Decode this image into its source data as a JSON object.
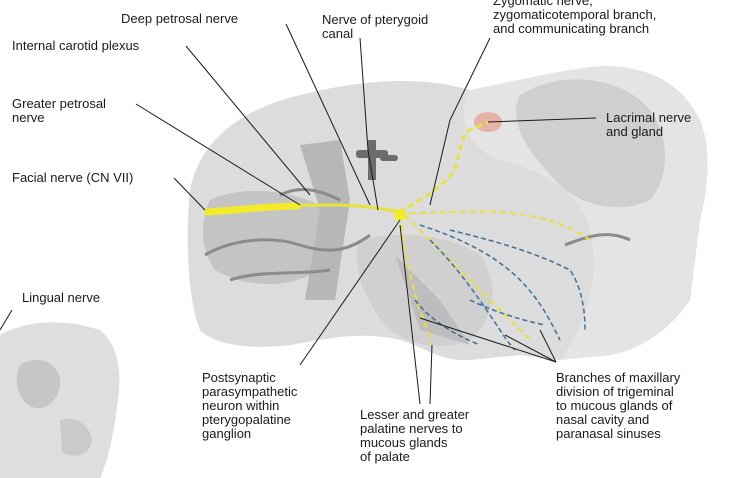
{
  "labels": {
    "deep_petrosal": "Deep petrosal nerve",
    "pterygoid_canal": "Nerve of pterygoid\ncanal",
    "zygomatic": "Zygomatic nerve,\nzygomaticotemporal branch,\nand communicating branch",
    "internal_carotid": "Internal carotid plexus",
    "greater_petrosal": "Greater petrosal\nnerve",
    "lacrimal": "Lacrimal nerve\nand gland",
    "facial": "Facial nerve (CN VII)",
    "lingual": "Lingual nerve",
    "postsynaptic": "Postsynaptic\nparasympathetic\nneuron within\npterygopalatine\nganglion",
    "palatine": "Lesser and greater\npalatine nerves to\nmucous glands\nof palate",
    "maxillary": "Branches of maxillary\ndivision of trigeminal\nto mucous glands of\nnasal cavity and\nparanasal sinuses"
  },
  "colors": {
    "nerve_yellow": "#e8e23a",
    "nerve_blue": "#3d6f9a",
    "bone": "#d6d6d6",
    "bone_dark": "#a9a9a9",
    "gland": "#e6b3a8"
  }
}
